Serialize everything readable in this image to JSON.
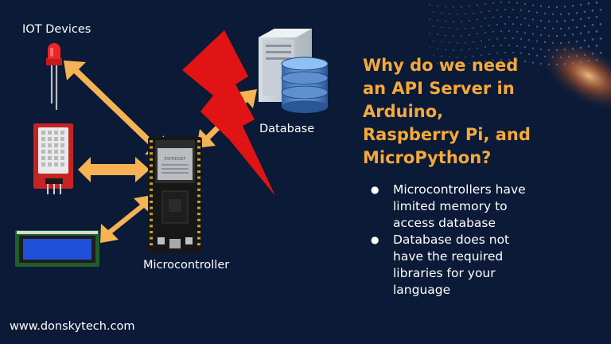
{
  "labels": {
    "iot_devices": "IOT Devices",
    "database": "Database",
    "microcontroller": "Microcontroller",
    "website": "www.donskytech.com"
  },
  "chip_text": "ESPRESSIF",
  "title_lines": [
    "Why do we need",
    "an API Server in",
    "Arduino,",
    "Raspberry Pi, and",
    "MicroPython?"
  ],
  "bullets": [
    {
      "lines": [
        "Microcontrollers have",
        "limited memory to",
        "access database"
      ]
    },
    {
      "lines": [
        "Database does not",
        "have the required",
        "libraries for your",
        "language"
      ]
    }
  ],
  "colors": {
    "background": "#0b1a36",
    "accent": "#f5a93a",
    "arrow": "#f5b354",
    "bolt": "#e01414",
    "text": "#ffffff"
  },
  "icons": [
    "led-icon",
    "sensor-icon",
    "lcd-icon",
    "server-icon",
    "database-icon",
    "microcontroller-icon",
    "lightning-bolt-icon"
  ]
}
